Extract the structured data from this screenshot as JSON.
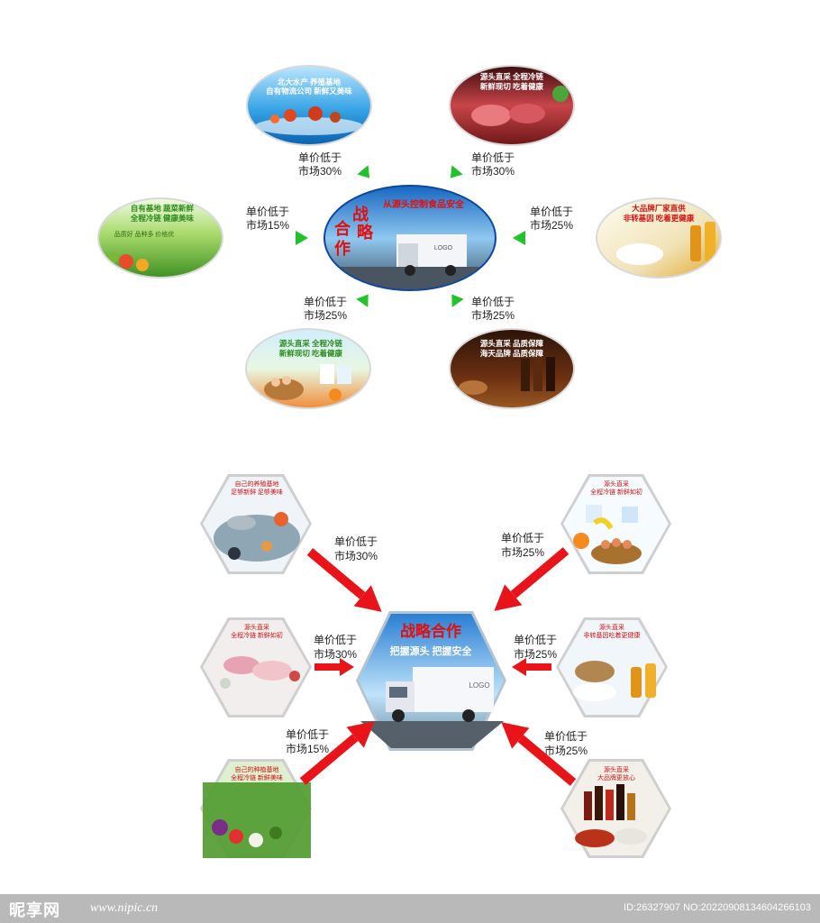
{
  "top": {
    "center": {
      "title": "战略合作",
      "slogan": "从源头控制食品安全",
      "truck_logo": "LOGO"
    },
    "items": [
      {
        "id": "seafood",
        "caption_line1": "北大水产 养殖基地",
        "caption_line2": "自有物流公司 新鲜又美味",
        "label_line1": "单价低于",
        "label_line2": "市场30%"
      },
      {
        "id": "meat",
        "caption_line1": "源头直采 全程冷链",
        "caption_line2": "新鲜现切 吃着健康",
        "label_line1": "单价低于",
        "label_line2": "市场30%"
      },
      {
        "id": "vegetable",
        "caption_line1": "自有基地 蔬菜新鲜",
        "caption_line2": "全程冷链 健康美味",
        "caption_line3": "品质好 品种多 价格优",
        "label_line1": "单价低于",
        "label_line2": "市场15%"
      },
      {
        "id": "rice-oil",
        "caption_line1": "大品牌厂家直供",
        "caption_line2": "非转基因 吃着更健康",
        "label_line1": "单价低于",
        "label_line2": "市场25%"
      },
      {
        "id": "eggs-milk",
        "caption_line1": "源头直采 全程冷链",
        "caption_line2": "新鲜现切 吃着健康",
        "label_line1": "单价低于",
        "label_line2": "市场25%"
      },
      {
        "id": "seasoning",
        "caption_line1": "源头直采 品质保障",
        "caption_line2": "海天品牌 品质保障",
        "label_line1": "单价低于",
        "label_line2": "市场25%"
      }
    ]
  },
  "bottom": {
    "center": {
      "title": "战略合作",
      "slogan": "把握源头 把握安全",
      "truck_logo": "LOGO"
    },
    "items": [
      {
        "id": "seafood",
        "caption_line1": "自己的养殖基地",
        "caption_line2": "足够新鲜 足够美味",
        "label_line1": "单价低于",
        "label_line2": "市场30%"
      },
      {
        "id": "fruit-eggs",
        "caption_line1": "源头直采",
        "caption_line2": "全程冷链 新鲜如初",
        "label_line1": "单价低于",
        "label_line2": "市场25%"
      },
      {
        "id": "meat",
        "caption_line1": "源头直采",
        "caption_line2": "全程冷链 新鲜如初",
        "label_line1": "单价低于",
        "label_line2": "市场30%"
      },
      {
        "id": "rice-oil",
        "caption_line1": "源头直采",
        "caption_line2": "非转基因吃着更健康",
        "label_line1": "单价低于",
        "label_line2": "市场25%"
      },
      {
        "id": "vegetable",
        "caption_line1": "自己的种植基地",
        "caption_line2": "全程冷链 新鲜美味",
        "label_line1": "单价低于",
        "label_line2": "市场15%"
      },
      {
        "id": "seasoning",
        "caption_line1": "源头直采",
        "caption_line2": "大品牌更放心",
        "label_line1": "单价低于",
        "label_line2": "市场25%"
      }
    ]
  },
  "footer": {
    "site_logo": "昵享网",
    "site_url": "www.nipic.cn",
    "image_id": "ID:26327907 NO:20220908134604266103"
  },
  "colors": {
    "green_arrow": "#22c22a",
    "red_arrow": "#e8141a",
    "caption_red": "#d41010",
    "title_red": "#e01010"
  }
}
